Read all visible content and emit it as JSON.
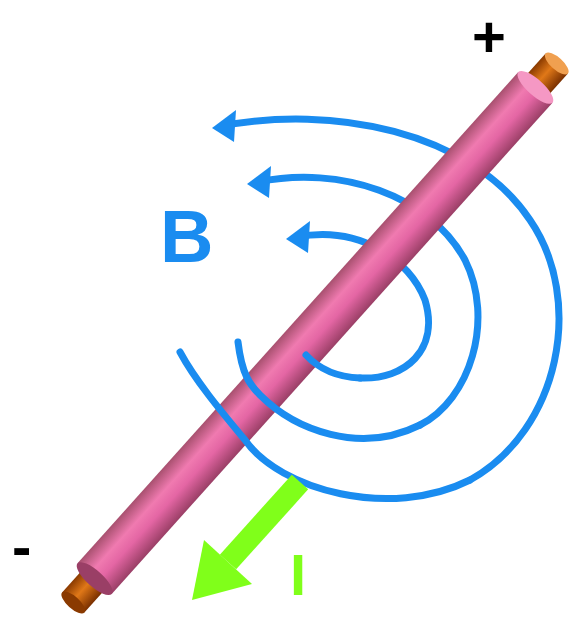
{
  "diagram": {
    "labels": [
      "+",
      "B",
      "-",
      "I"
    ]
  }
}
